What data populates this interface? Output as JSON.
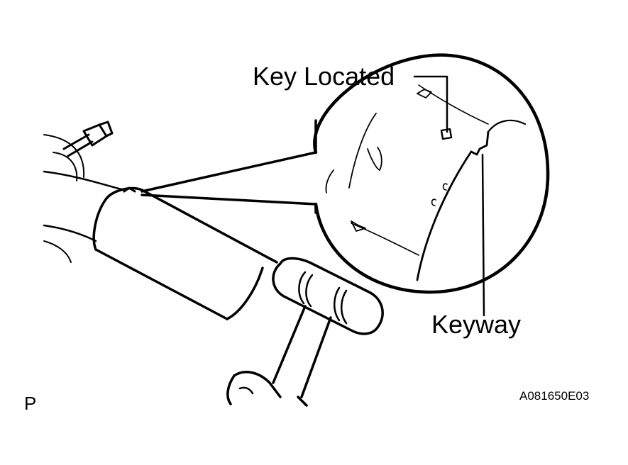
{
  "labels": {
    "key_located": "Key Located",
    "keyway": "Keyway",
    "view_marker": "P",
    "figure_code": "A081650E03"
  },
  "colors": {
    "line": "#000000",
    "background": "#ffffff"
  },
  "icons": {
    "hammer": "hammer-illustration",
    "hand": "hand-illustration",
    "steering_column": "steering-column-illustration",
    "magnifier": "detail-magnifier-circle"
  }
}
